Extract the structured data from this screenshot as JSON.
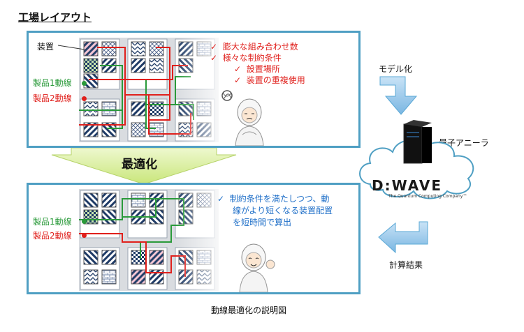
{
  "page_title": "工場レイアウト",
  "top_panel": {
    "equipment_label": "装置",
    "product1_label": "製品1動線",
    "product2_label": "製品2動線",
    "issues": [
      {
        "text": "膨大な組み合わせ数",
        "indent": 0
      },
      {
        "text": "様々な制約条件",
        "indent": 0
      },
      {
        "text": "設置場所",
        "indent": 1
      },
      {
        "text": "装置の重複使用",
        "indent": 1
      }
    ]
  },
  "optimize_label": "最適化",
  "bottom_panel": {
    "product1_label": "製品1動線",
    "product2_label": "製品2動線",
    "result_lines": [
      "制約条件を満たしつつ、動",
      "線がより短くなる装置配置",
      "を短時間で算出"
    ]
  },
  "modelize_label": "モデル化",
  "quantum_annealer_label": "量子アニーラ",
  "dwave_logo": "D:WAVE",
  "dwave_tagline": "The Quantum Computing Company™",
  "calc_result_label": "計算結果",
  "caption": "動線最適化の説明図",
  "colors": {
    "panel_border": "#4f9fc3",
    "red": "#e0201c",
    "green": "#2a9a3a",
    "blue": "#1f6fc8",
    "arrow": "#5aa8d6"
  }
}
